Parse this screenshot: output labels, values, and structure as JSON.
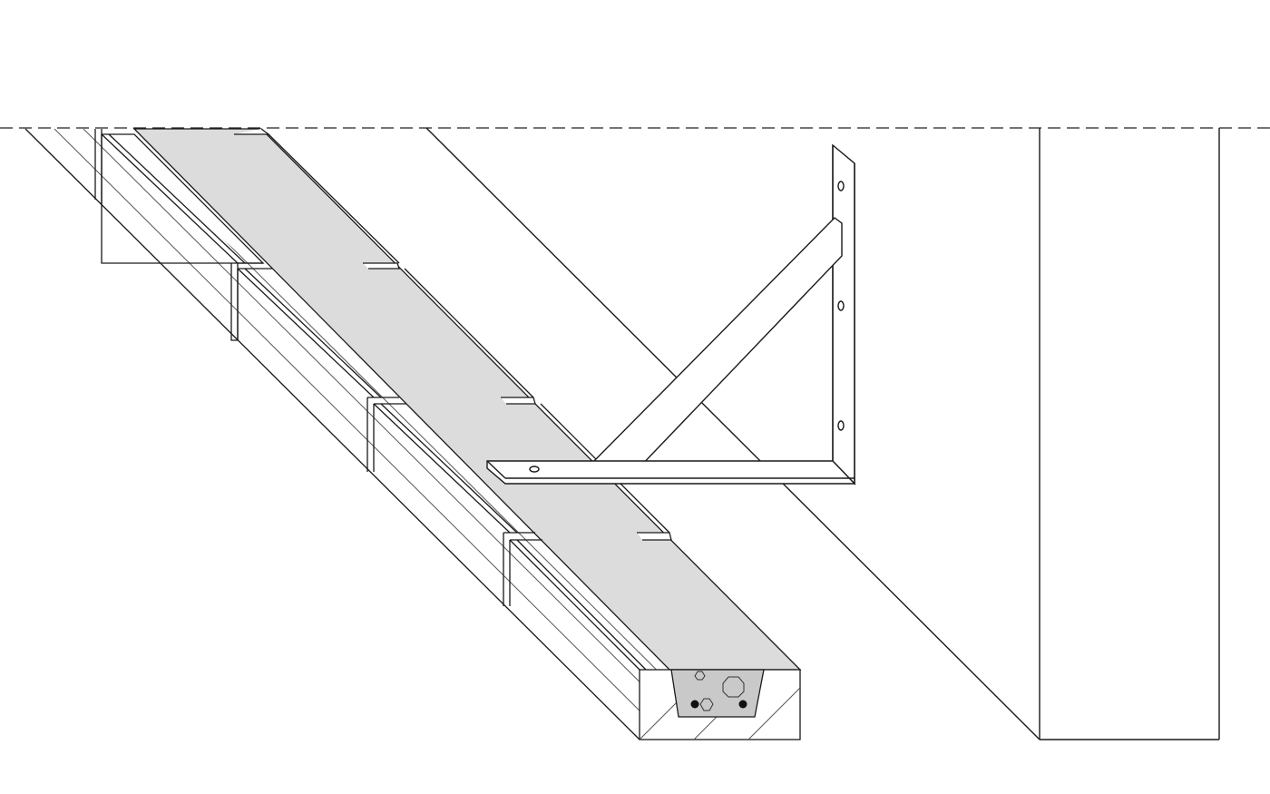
{
  "diagram": {
    "description_visible_text": "",
    "colors": {
      "background": "#ffffff",
      "line": "#1a1a1a",
      "hatch": "#555555",
      "lintel_fill": "#dcdcdc",
      "insert_fill": "#c9c9c9",
      "dash": "#222222"
    },
    "components": [
      "dashed-ceiling-line",
      "masonry-wall-with-lintel",
      "steel-bracket",
      "sloped-plane",
      "wall-panel",
      "lintel-end-section"
    ]
  }
}
